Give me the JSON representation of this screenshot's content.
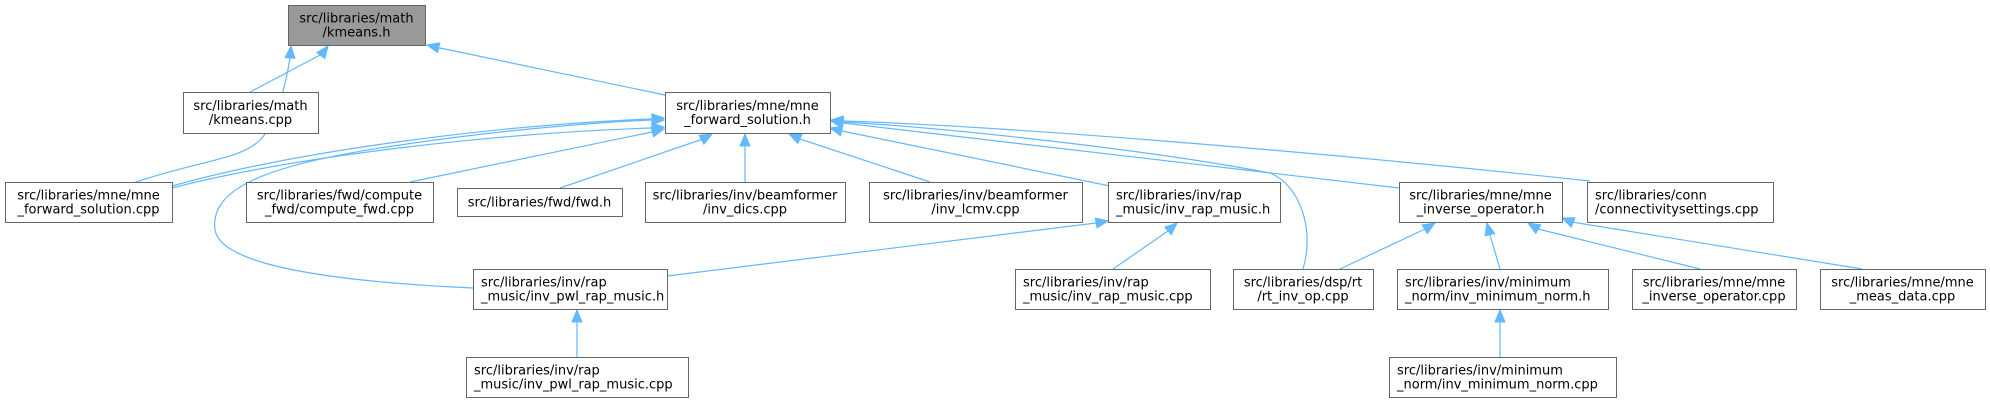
{
  "diagram": {
    "type": "include-dependency-graph",
    "colors": {
      "edge": "#63b8ff",
      "border": "#666666",
      "root_fill": "#999999",
      "node_fill": "#ffffff"
    },
    "nodes": [
      {
        "id": "kmeans_h",
        "lines": [
          "src/libraries/math",
          "/kmeans.h"
        ],
        "root": true
      },
      {
        "id": "kmeans_cpp",
        "lines": [
          "src/libraries/math",
          "/kmeans.cpp"
        ]
      },
      {
        "id": "fwd_sol_h",
        "lines": [
          "src/libraries/mne/mne",
          "_forward_solution.h"
        ]
      },
      {
        "id": "fwd_sol_cpp",
        "lines": [
          "src/libraries/mne/mne",
          "_forward_solution.cpp"
        ]
      },
      {
        "id": "compute_fwd_cpp",
        "lines": [
          "src/libraries/fwd/compute",
          "_fwd/compute_fwd.cpp"
        ]
      },
      {
        "id": "fwd_h",
        "lines": [
          "src/libraries/fwd/fwd.h"
        ]
      },
      {
        "id": "inv_dics_cpp",
        "lines": [
          "src/libraries/inv/beamformer",
          "/inv_dics.cpp"
        ]
      },
      {
        "id": "inv_lcmv_cpp",
        "lines": [
          "src/libraries/inv/beamformer",
          "/inv_lcmv.cpp"
        ]
      },
      {
        "id": "inv_rap_music_h",
        "lines": [
          "src/libraries/inv/rap",
          "_music/inv_rap_music.h"
        ]
      },
      {
        "id": "inv_op_h",
        "lines": [
          "src/libraries/mne/mne",
          "_inverse_operator.h"
        ]
      },
      {
        "id": "conn_cpp",
        "lines": [
          "src/libraries/conn",
          "/connectivitysettings.cpp"
        ]
      },
      {
        "id": "inv_pwl_h",
        "lines": [
          "src/libraries/inv/rap",
          "_music/inv_pwl_rap_music.h"
        ]
      },
      {
        "id": "inv_pwl_cpp",
        "lines": [
          "src/libraries/inv/rap",
          "_music/inv_pwl_rap_music.cpp"
        ]
      },
      {
        "id": "inv_rap_music_cpp",
        "lines": [
          "src/libraries/inv/rap",
          "_music/inv_rap_music.cpp"
        ]
      },
      {
        "id": "rt_inv_op_cpp",
        "lines": [
          "src/libraries/dsp/rt",
          "/rt_inv_op.cpp"
        ]
      },
      {
        "id": "inv_min_norm_h",
        "lines": [
          "src/libraries/inv/minimum",
          "_norm/inv_minimum_norm.h"
        ]
      },
      {
        "id": "inv_op_cpp",
        "lines": [
          "src/libraries/mne/mne",
          "_inverse_operator.cpp"
        ]
      },
      {
        "id": "meas_data_cpp",
        "lines": [
          "src/libraries/mne/mne",
          "_meas_data.cpp"
        ]
      },
      {
        "id": "inv_min_norm_cpp",
        "lines": [
          "src/libraries/inv/minimum",
          "_norm/inv_minimum_norm.cpp"
        ]
      }
    ],
    "edges": [
      {
        "from": "kmeans_cpp",
        "to": "kmeans_h"
      },
      {
        "from": "fwd_sol_cpp",
        "to": "kmeans_h"
      },
      {
        "from": "fwd_sol_h",
        "to": "kmeans_h"
      },
      {
        "from": "fwd_sol_cpp",
        "to": "fwd_sol_h"
      },
      {
        "from": "compute_fwd_cpp",
        "to": "fwd_sol_h"
      },
      {
        "from": "fwd_h",
        "to": "fwd_sol_h"
      },
      {
        "from": "inv_dics_cpp",
        "to": "fwd_sol_h"
      },
      {
        "from": "inv_lcmv_cpp",
        "to": "fwd_sol_h"
      },
      {
        "from": "inv_rap_music_h",
        "to": "fwd_sol_h"
      },
      {
        "from": "inv_op_h",
        "to": "fwd_sol_h"
      },
      {
        "from": "conn_cpp",
        "to": "fwd_sol_h"
      },
      {
        "from": "inv_pwl_h",
        "to": "fwd_sol_h"
      },
      {
        "from": "rt_inv_op_cpp",
        "to": "fwd_sol_h"
      },
      {
        "from": "inv_pwl_h",
        "to": "inv_rap_music_h"
      },
      {
        "from": "inv_rap_music_cpp",
        "to": "inv_rap_music_h"
      },
      {
        "from": "inv_pwl_cpp",
        "to": "inv_pwl_h"
      },
      {
        "from": "rt_inv_op_cpp",
        "to": "inv_op_h"
      },
      {
        "from": "inv_min_norm_h",
        "to": "inv_op_h"
      },
      {
        "from": "inv_op_cpp",
        "to": "inv_op_h"
      },
      {
        "from": "meas_data_cpp",
        "to": "inv_op_h"
      },
      {
        "from": "inv_min_norm_cpp",
        "to": "inv_min_norm_h"
      }
    ]
  }
}
